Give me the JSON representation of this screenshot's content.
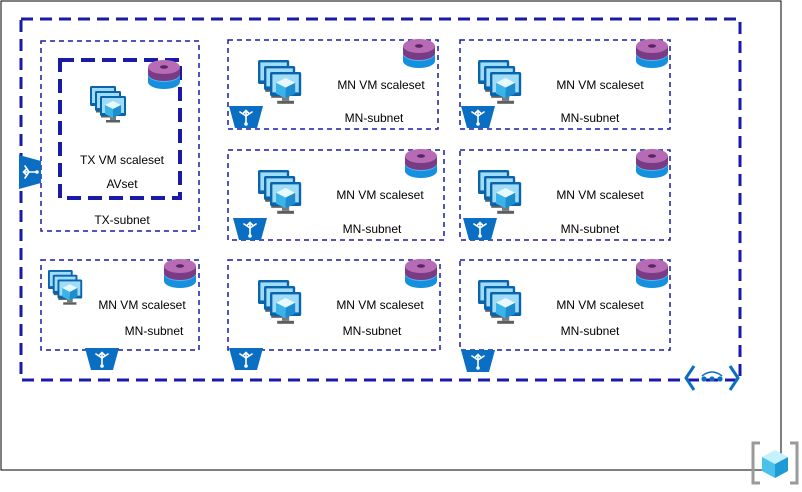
{
  "colors": {
    "border": "#000000",
    "dashed": "#1a1aa8",
    "azure_blue": "#0078d4",
    "cube_light": "#50e6ff",
    "disk_purple": "#a54b9e",
    "disk_blue": "#1490df"
  },
  "icons": {
    "vm_scaleset": "vm-scaleset-icon",
    "managed_disk": "managed-disk-icon",
    "load_balancer": "load-balancer-icon",
    "vnet": "virtual-network-icon",
    "resource_group": "resource-group-icon"
  },
  "tx_group": {
    "vm_label": "TX VM scaleset",
    "avset_label": "AVset",
    "subnet_label": "TX-subnet"
  },
  "mn_subnets": [
    {
      "vm_label": "MN VM scaleset",
      "subnet_label": "MN-subnet"
    },
    {
      "vm_label": "MN VM scaleset",
      "subnet_label": "MN-subnet"
    },
    {
      "vm_label": "MN VM scaleset",
      "subnet_label": "MN-subnet"
    },
    {
      "vm_label": "MN VM scaleset",
      "subnet_label": "MN-subnet"
    },
    {
      "vm_label": "MN VM scaleset",
      "subnet_label": "MN-subnet"
    },
    {
      "vm_label": "MN VM scaleset",
      "subnet_label": "MN-subnet"
    },
    {
      "vm_label": "MN VM scaleset",
      "subnet_label": "MN-subnet"
    }
  ]
}
